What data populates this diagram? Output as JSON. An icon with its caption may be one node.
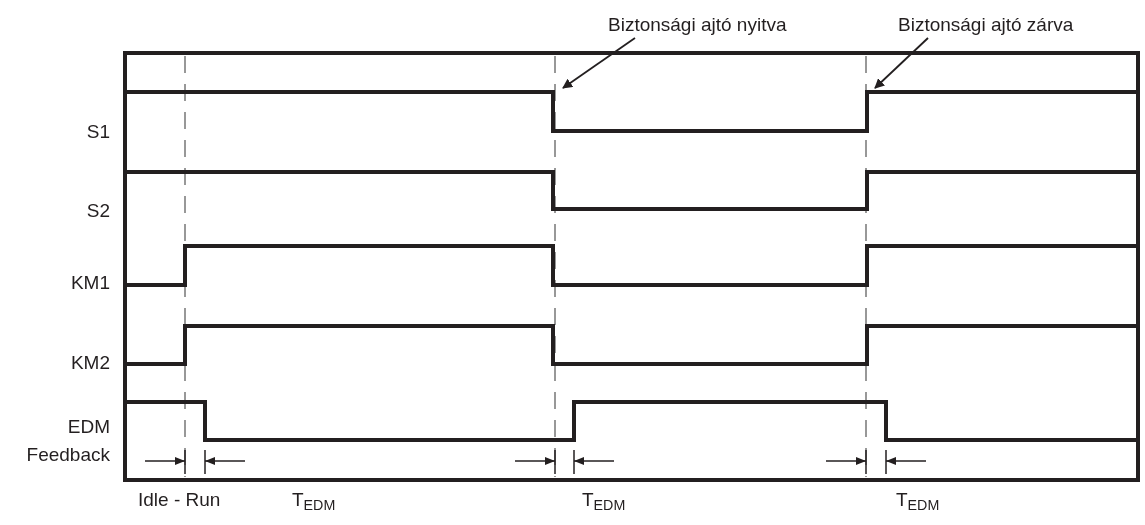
{
  "diagram": {
    "nodes": [
      {
        "text": [
          "Biztonsági ajtó nyitva"
        ]
      },
      {
        "text": [
          "Biztonsági ajtó zárva"
        ]
      }
    ],
    "edges": [
      {
        "from": 0,
        "to": null,
        "arrow": "to"
      },
      {
        "from": 1,
        "to": null,
        "arrow": "to"
      }
    ],
    "labels": [
      "S1",
      "S2",
      "KM1",
      "KM2",
      "EDM Feedback",
      "Idle - Run",
      "T$_{EDM}$",
      "T$_{EDM}$",
      "T$_{EDM}$"
    ]
  }
}
